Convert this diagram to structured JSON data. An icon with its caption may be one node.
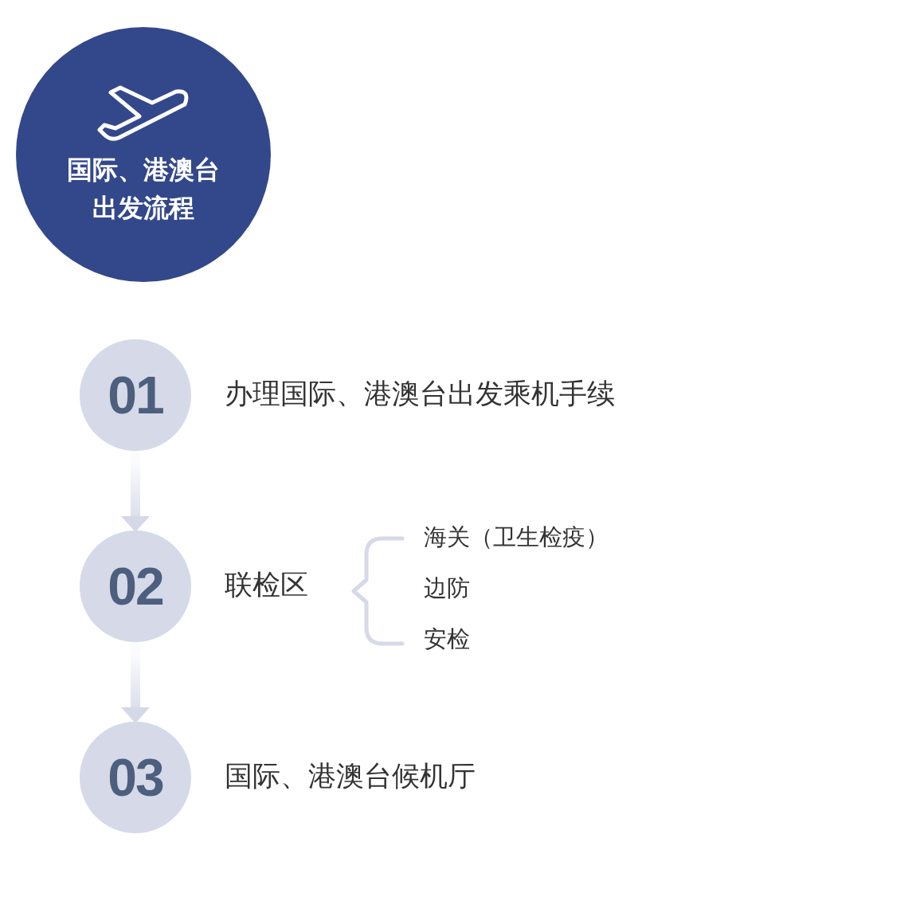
{
  "diagram": {
    "nodes": [
      {
        "text": [
          "国际、港澳台出发流程"
        ]
      },
      {
        "text": [
          "01"
        ],
        "beside": [
          "办理国际、港澳台出发乘机手续"
        ]
      },
      {
        "text": [
          "02"
        ],
        "beside": [
          "联检区"
        ]
      },
      {
        "text": [
          "03"
        ],
        "beside": [
          "国际、港澳台候机厅"
        ]
      }
    ],
    "edges": [
      {
        "from": 1,
        "to": 2,
        "arrow": "to",
        "color": "#d5d8e6"
      },
      {
        "from": 2,
        "to": 3,
        "arrow": "to",
        "color": "#d5d8e6"
      }
    ],
    "labels": [
      "海关（卫生检疫）",
      "边防",
      "安检"
    ]
  }
}
